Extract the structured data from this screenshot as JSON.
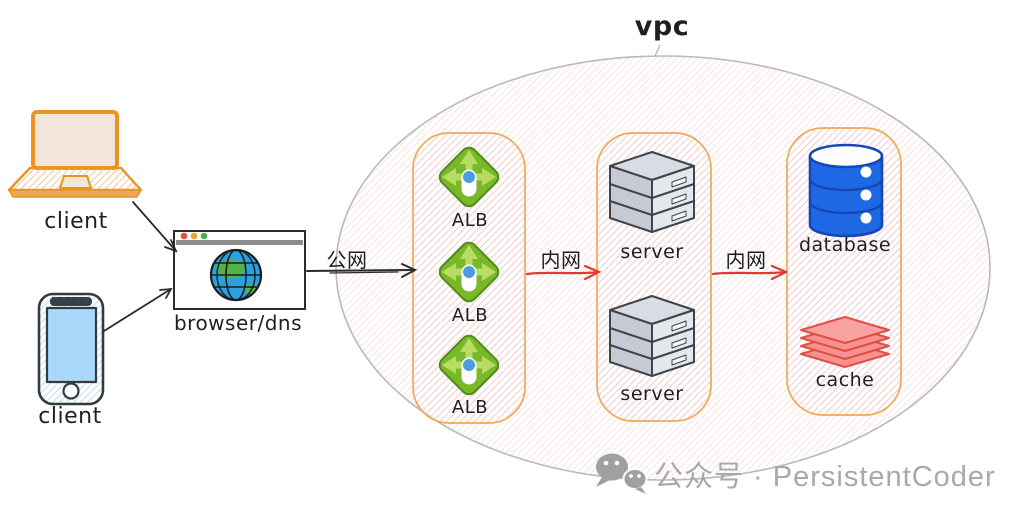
{
  "nodes": {
    "vpc": {
      "label": "vpc"
    },
    "laptop": {
      "label": "client"
    },
    "phone": {
      "label": "client"
    },
    "browser": {
      "label": "browser/dns"
    },
    "alb1": {
      "label": "ALB"
    },
    "alb2": {
      "label": "ALB"
    },
    "alb3": {
      "label": "ALB"
    },
    "server1": {
      "label": "server"
    },
    "server2": {
      "label": "server"
    },
    "database": {
      "label": "database"
    },
    "cache": {
      "label": "cache"
    }
  },
  "edges": {
    "public": {
      "label": "公网"
    },
    "internal1": {
      "label": "内网"
    },
    "internal2": {
      "label": "内网"
    }
  },
  "watermark": {
    "text": "公众号 · PersistentCoder"
  },
  "icons": {
    "laptop": "laptop-icon",
    "phone": "smartphone-icon",
    "browser": "browser-window-icon",
    "globe": "globe-icon",
    "alb": "load-balancer-icon",
    "server": "server-stack-icon",
    "database": "database-cylinder-icon",
    "cache": "cache-layers-icon",
    "wechat": "wechat-icon"
  },
  "colors": {
    "laptop_orange": "#e8941f",
    "phone_screen_blue": "#a9d8f8",
    "alb_green": "#79b929",
    "alb_green_dark": "#4f8c1a",
    "server_gray": "#c6cbd3",
    "database_blue": "#1e68e3",
    "cache_red": "#f69190",
    "red_arrow": "#e23a2e",
    "black_arrow": "#2b2b2b",
    "column_border": "#f0a855",
    "vpc_border": "#b9b9b9",
    "watermark_gray": "#a9a9a9"
  }
}
